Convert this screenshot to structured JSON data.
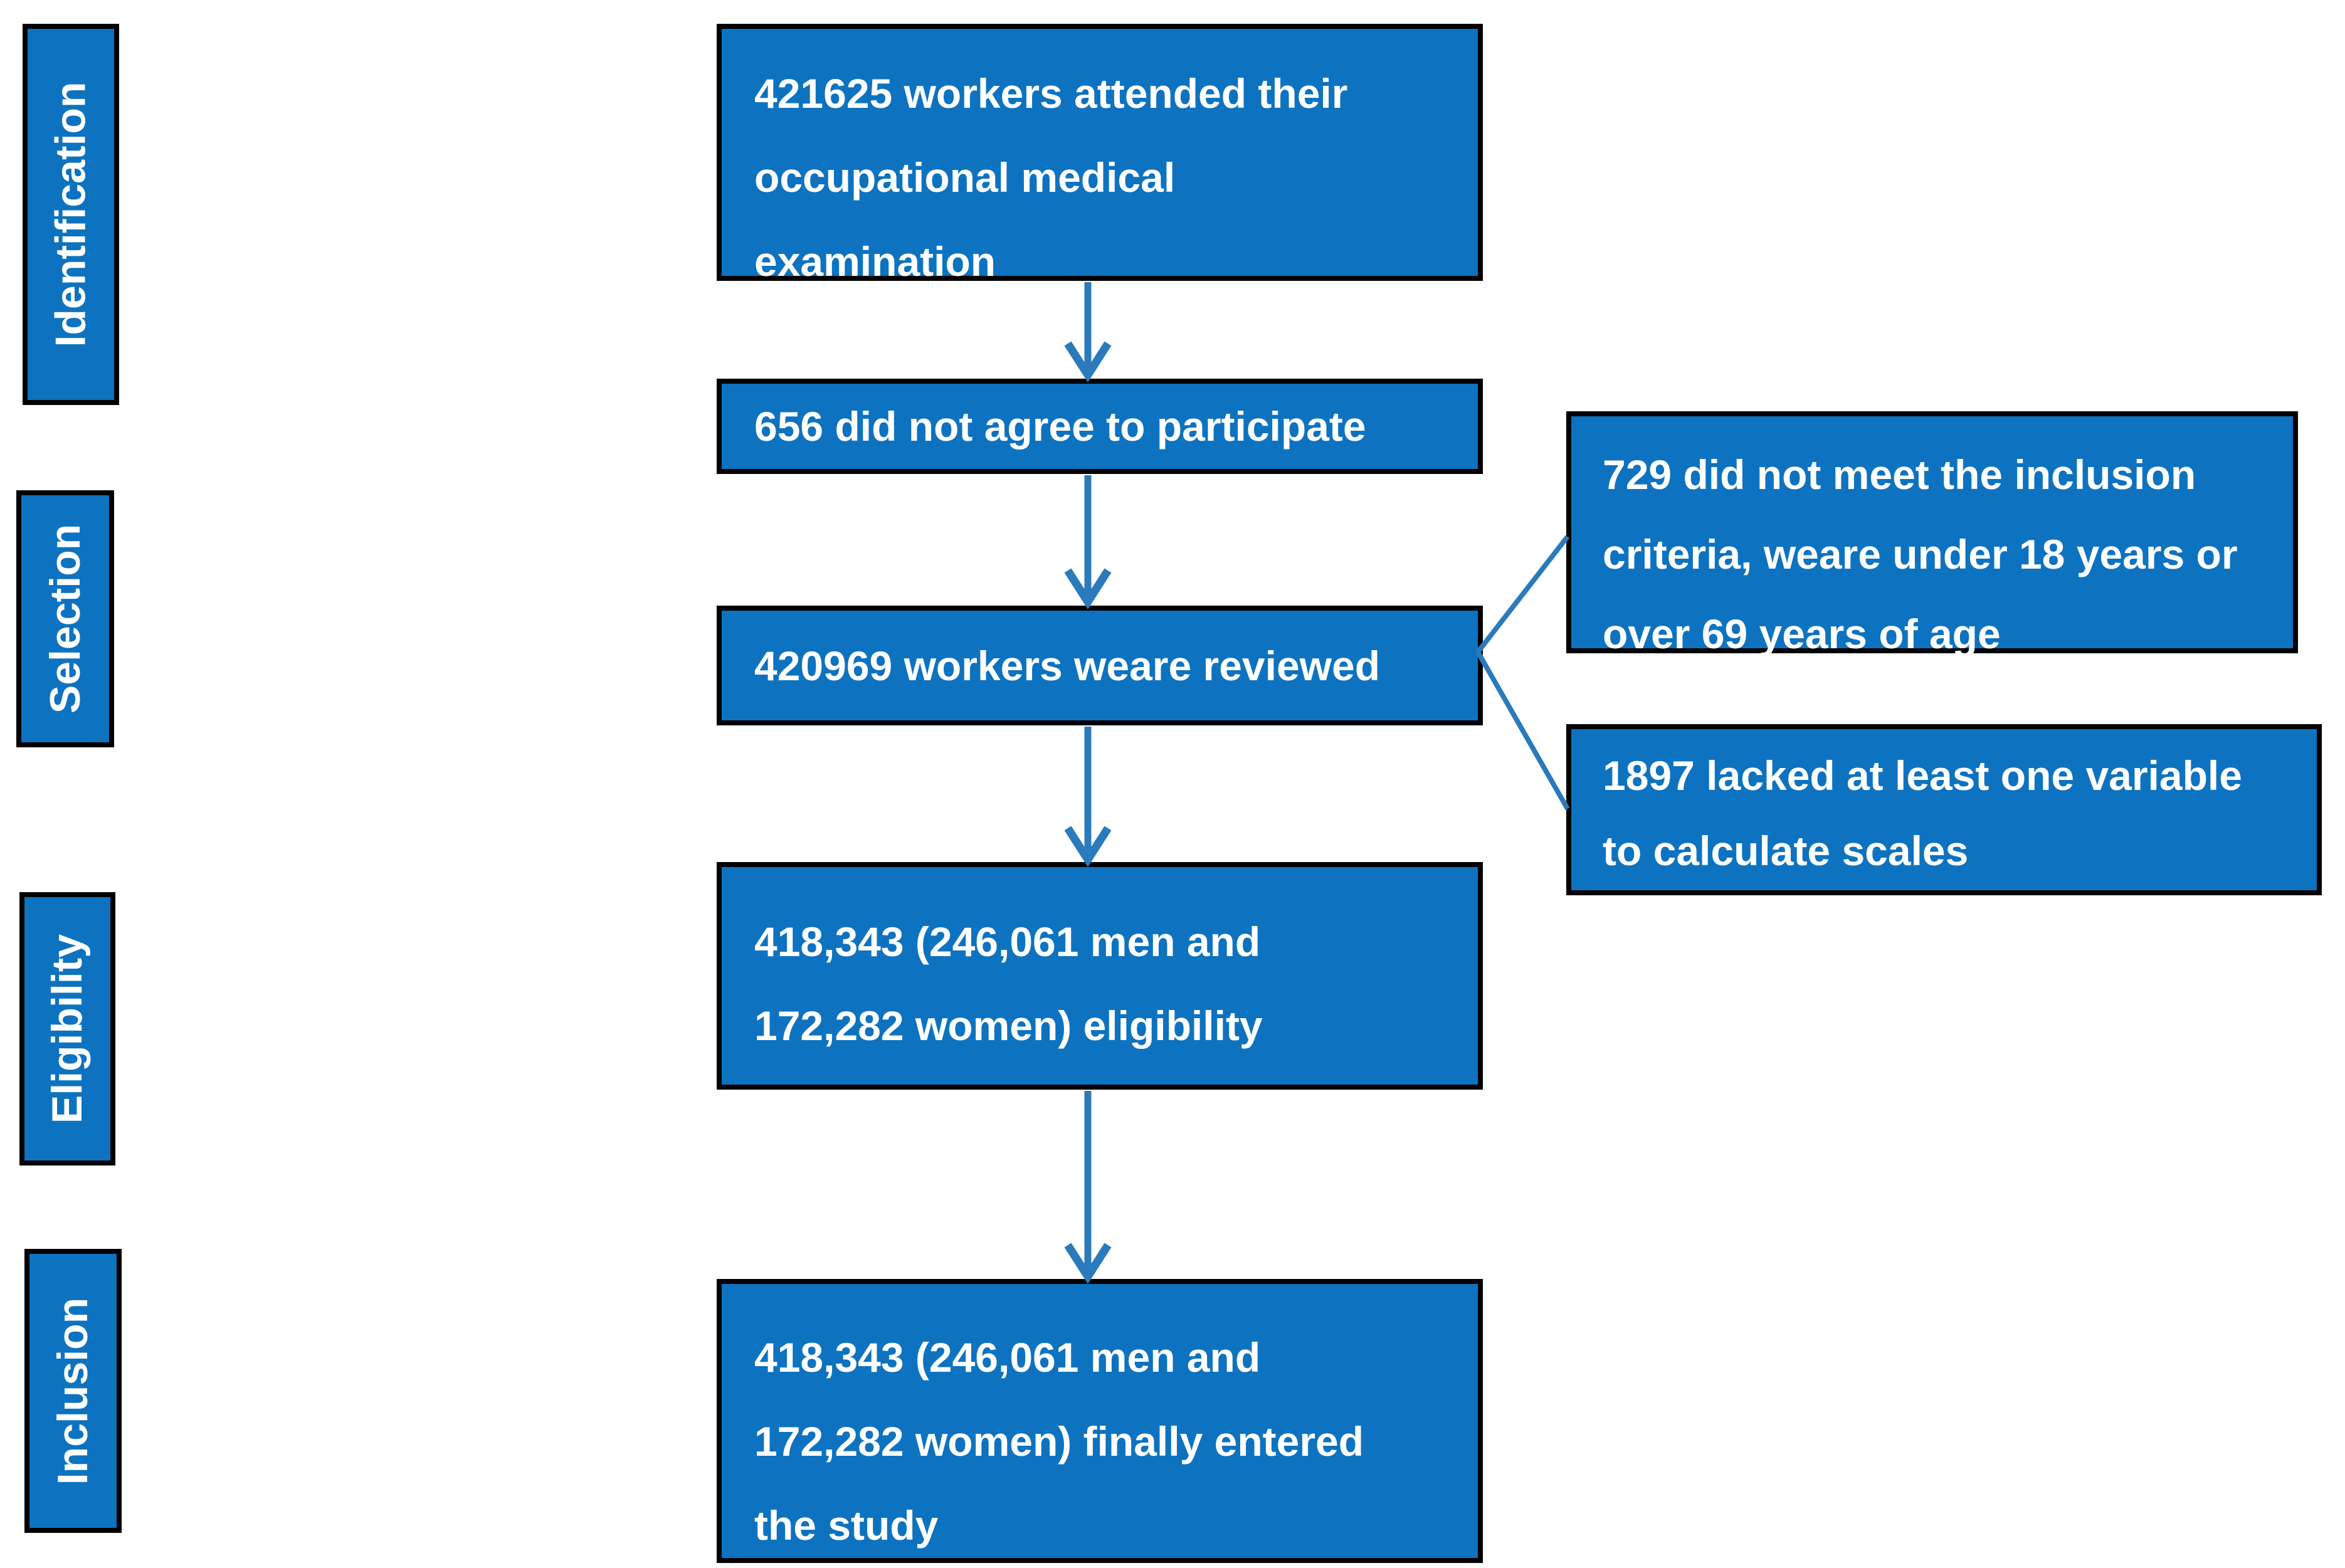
{
  "title": "Study participant flow diagram",
  "colors": {
    "box_fill": "#0d73c0",
    "box_border": "#000000",
    "arrow": "#2a7abc",
    "text": "#ffffff",
    "background": "#ffffff"
  },
  "stages": [
    {
      "label": "Identification"
    },
    {
      "label": "Selection"
    },
    {
      "label": "Eligibility"
    },
    {
      "label": "Inclusion"
    }
  ],
  "flow": [
    {
      "text": "421625 workers attended their occupational medical examination",
      "lines": [
        "421625 workers attended their",
        "occupational medical",
        "examination"
      ]
    },
    {
      "text": "656 did not agree to participate",
      "lines": [
        "656 did not agree to participate"
      ]
    },
    {
      "text": "420969 workers weare reviewed",
      "lines": [
        "420969 workers weare reviewed"
      ]
    },
    {
      "text": "418,343 (246,061 men and 172,282 women) eligibility",
      "lines": [
        "418,343 (246,061 men and",
        "172,282 women) eligibility"
      ]
    },
    {
      "text": "418,343 (246,061 men and 172,282 women) finally entered the study",
      "lines": [
        "418,343 (246,061 men and",
        "172,282 women) finally entered",
        "the study"
      ]
    }
  ],
  "exclusions": [
    {
      "text": "729 did not meet the inclusion criteria, weare under 18 years or over 69 years of age",
      "lines": [
        "729 did not meet the inclusion",
        "criteria, weare under 18 years or",
        "over 69 years of age"
      ]
    },
    {
      "text": "1897 lacked at least one variable to calculate scales",
      "lines": [
        "1897 lacked at least one variable",
        "to calculate scales"
      ]
    }
  ]
}
